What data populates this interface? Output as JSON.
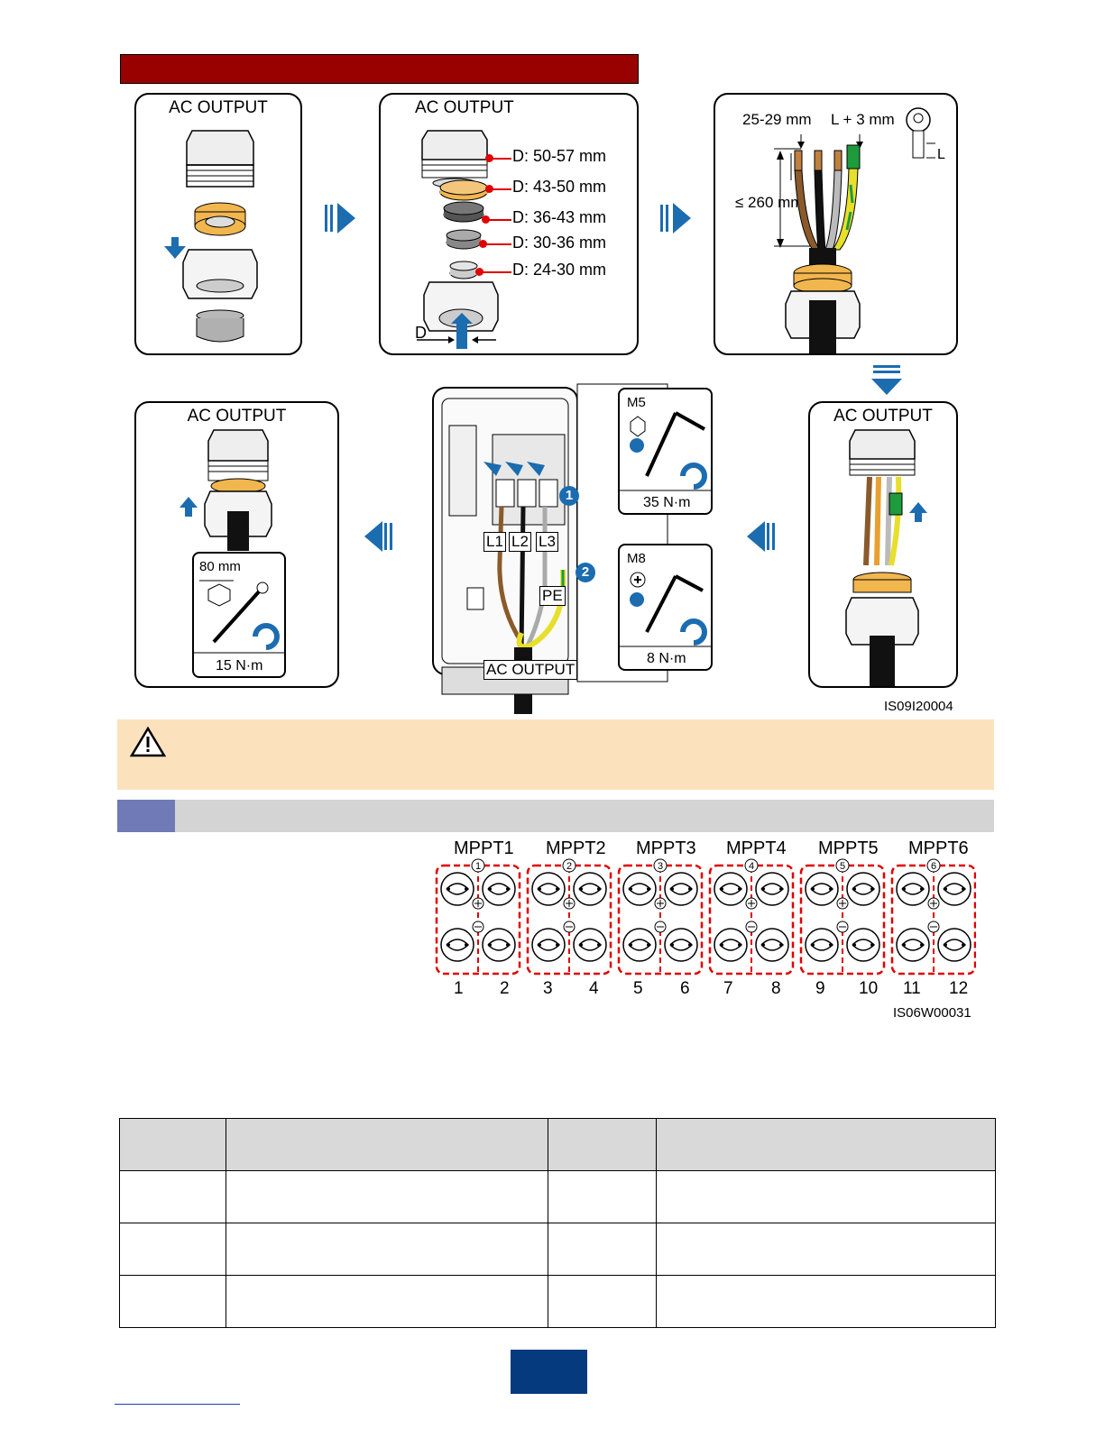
{
  "panel_titles": {
    "p1": "AC OUTPUT",
    "p2": "AC OUTPUT",
    "p4": "AC OUTPUT",
    "p6": "AC OUTPUT",
    "unit": "AC OUTPUT"
  },
  "diameters": [
    "D: 50-57 mm",
    "D: 43-50 mm",
    "D: 36-43 mm",
    "D: 30-36 mm",
    "D: 24-30 mm"
  ],
  "diameter_symbol": "D",
  "strip": {
    "length_a": "25-29 mm",
    "length_b": "L + 3 mm",
    "length_c": "≤ 260 mm",
    "terminal_l": "L"
  },
  "torque": {
    "m5_label": "M5",
    "m5_value": "35 N·m",
    "m8_label": "M8",
    "m8_value": "8 N·m",
    "nut_width": "80 mm",
    "nut_value": "15 N·m"
  },
  "terminals": [
    "L1",
    "L2",
    "L3",
    "PE"
  ],
  "callouts": [
    "1",
    "2"
  ],
  "figure_ids": [
    "IS09I20004",
    "IS06W00031"
  ],
  "mppt": {
    "groups": [
      "MPPT1",
      "MPPT2",
      "MPPT3",
      "MPPT4",
      "MPPT5",
      "MPPT6"
    ],
    "circled": [
      "1",
      "2",
      "3",
      "4",
      "5",
      "6"
    ],
    "pins": [
      "1",
      "2",
      "3",
      "4",
      "5",
      "6",
      "7",
      "8",
      "9",
      "10",
      "11",
      "12"
    ]
  },
  "colors": {
    "header_bar": "#990000",
    "warning_bg": "#fbe2bd",
    "section_bar": "#d4d4d4",
    "section_num": "#6f7ab7",
    "accent_blue": "#1c6cb0",
    "page_box": "#063a7e"
  },
  "icons": [
    "warning-icon",
    "step-arrow-icon",
    "torque-wrench-icon",
    "rotate-clockwise-icon",
    "hex-nut-icon",
    "cross-screw-icon",
    "ring-terminal-icon"
  ]
}
